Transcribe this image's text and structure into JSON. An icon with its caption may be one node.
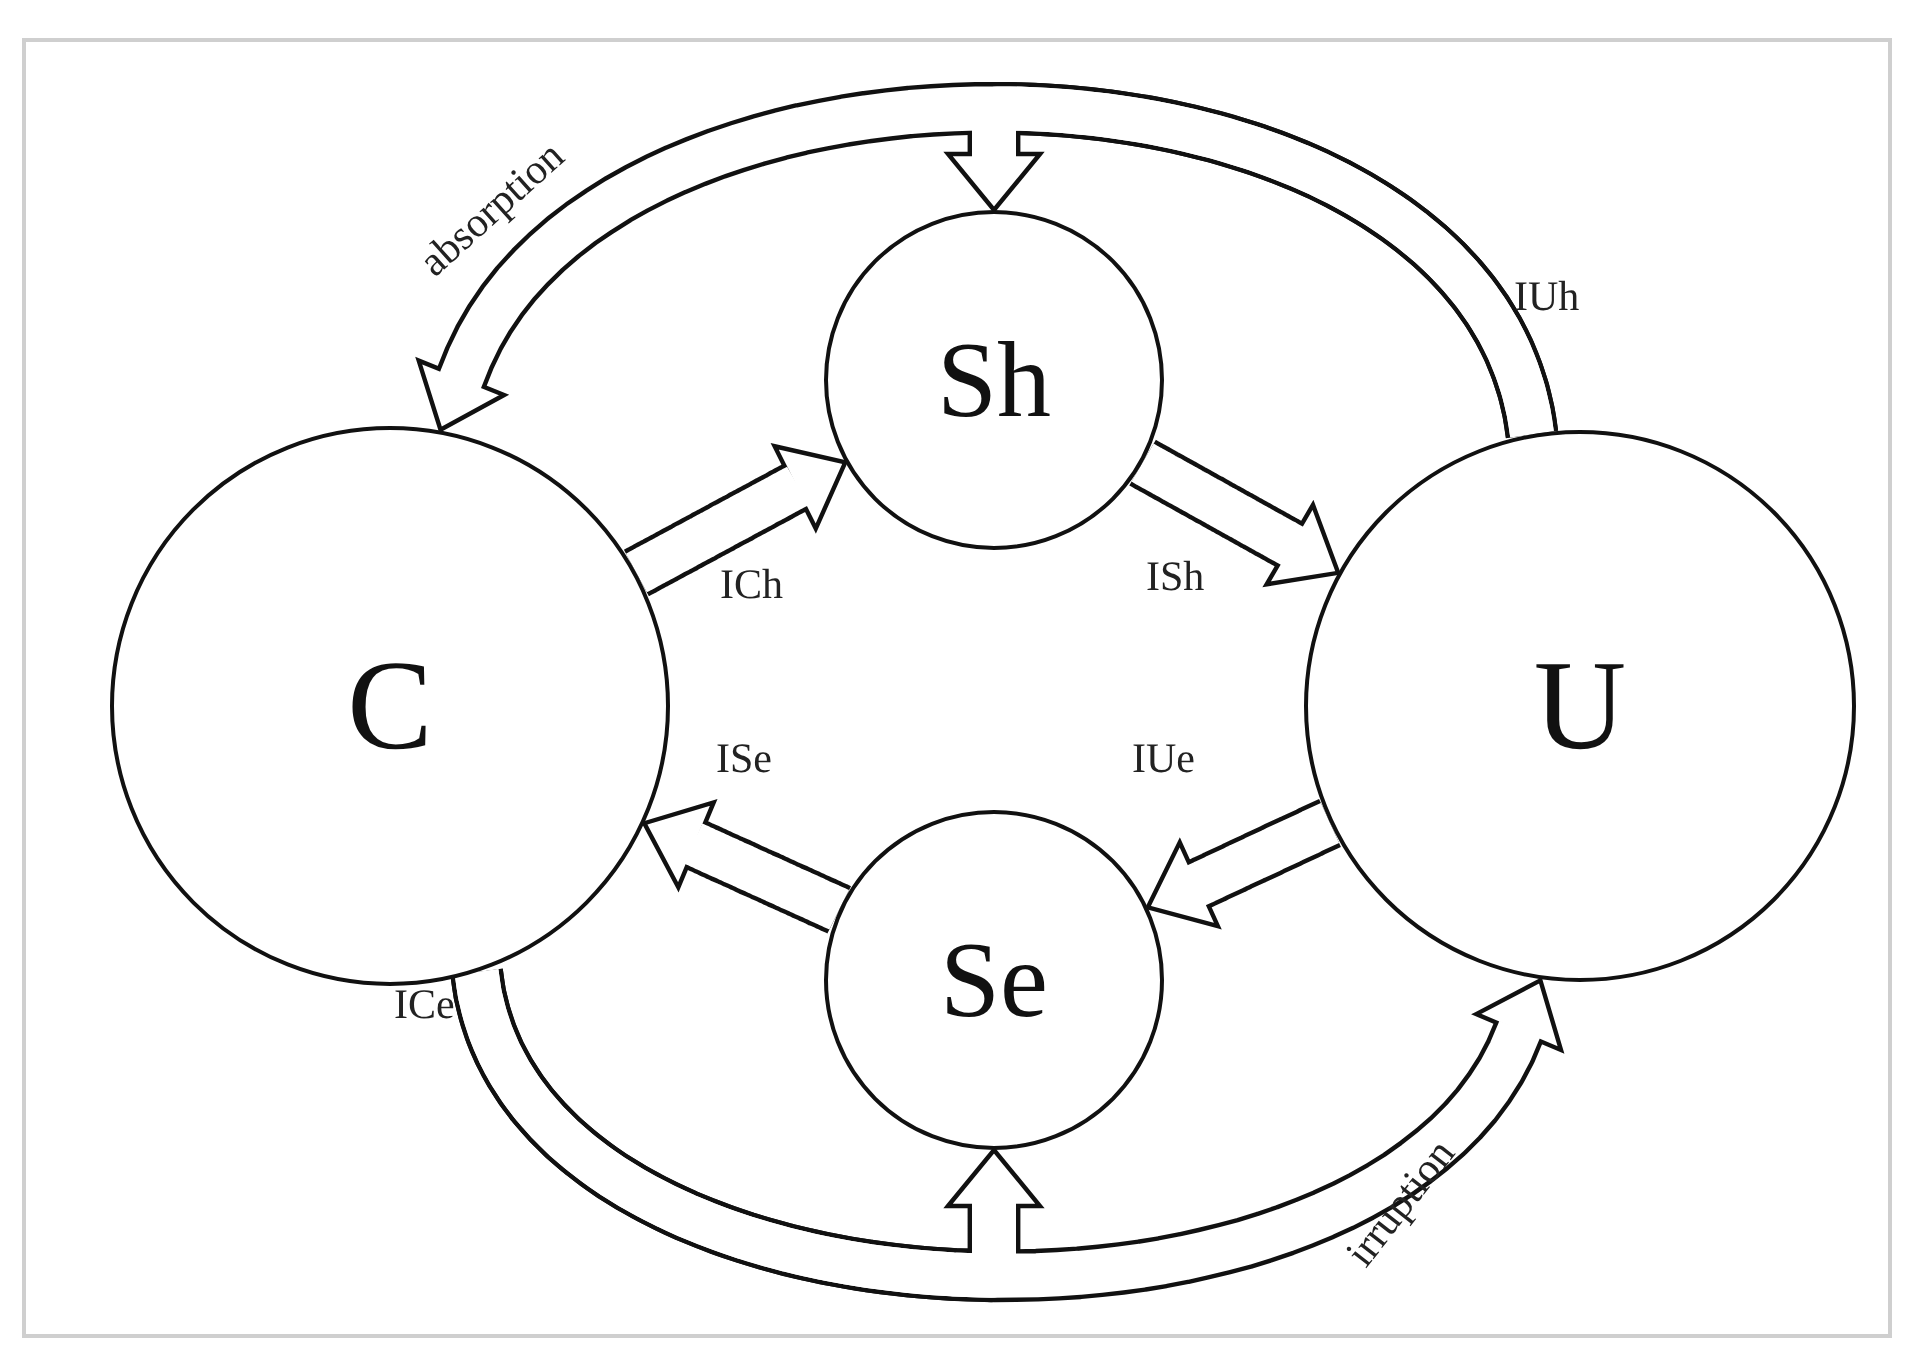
{
  "diagram": {
    "nodes": [
      {
        "text": [
          "C"
        ]
      },
      {
        "text": [
          "Sh"
        ]
      },
      {
        "text": [
          "U"
        ]
      },
      {
        "text": [
          "Se"
        ]
      }
    ],
    "edges": [
      {
        "from": 0,
        "to": 1,
        "arrow": "to",
        "label": "ICh"
      },
      {
        "from": 1,
        "to": 2,
        "arrow": "to",
        "label": "ISh"
      },
      {
        "from": 2,
        "to": 3,
        "arrow": "to",
        "label": "IUe"
      },
      {
        "from": 3,
        "to": 0,
        "arrow": "to",
        "label": "ISe"
      },
      {
        "from": 2,
        "to": 0,
        "arrow": "to",
        "label": "absorption"
      },
      {
        "from": 2,
        "to": 1,
        "arrow": "to",
        "label": "IUh"
      },
      {
        "from": 0,
        "to": 2,
        "arrow": "to",
        "label": "irruption"
      },
      {
        "from": 0,
        "to": 3,
        "arrow": "to",
        "label": "ICe"
      }
    ]
  }
}
